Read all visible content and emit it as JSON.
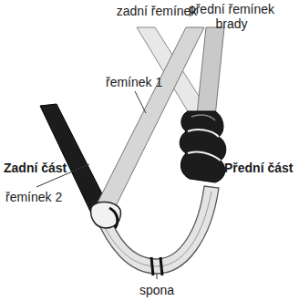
{
  "diagram": {
    "labels": [
      "zadní řemínek",
      "přední řemínek brady",
      "řemínek 1",
      "Zadní část",
      "řemínek 2",
      "Přední část",
      "spona"
    ]
  }
}
